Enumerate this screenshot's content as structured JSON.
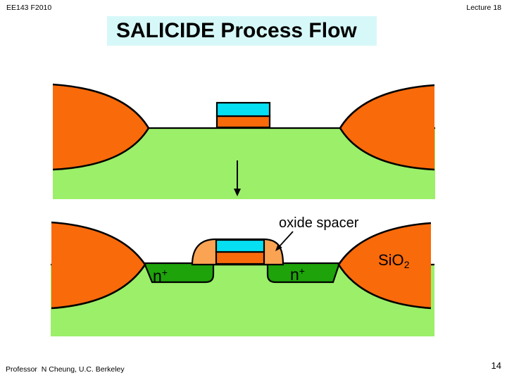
{
  "slide": {
    "header": {
      "course": "EE143 F2010",
      "lecture": "Lecture 18"
    },
    "title": "SALICIDE Process Flow",
    "footer": {
      "author": "Professor  N Cheung, U.C. Berkeley",
      "page": "14"
    }
  },
  "labels": {
    "oxide_spacer": "oxide spacer",
    "sio2_base": "SiO",
    "sio2_sub": "2",
    "nplus_base": "n",
    "nplus_sup": "+"
  },
  "colors": {
    "field_oxide": "#F96A0A",
    "substrate": "#9BEF69",
    "gate_cap": "#06DFF2",
    "gate_poly": "#F96A0A",
    "oxide_spacer": "#F9A353",
    "nplus": "#1EA30A",
    "outline": "#000000",
    "title_bg": "#D7F8F8"
  }
}
